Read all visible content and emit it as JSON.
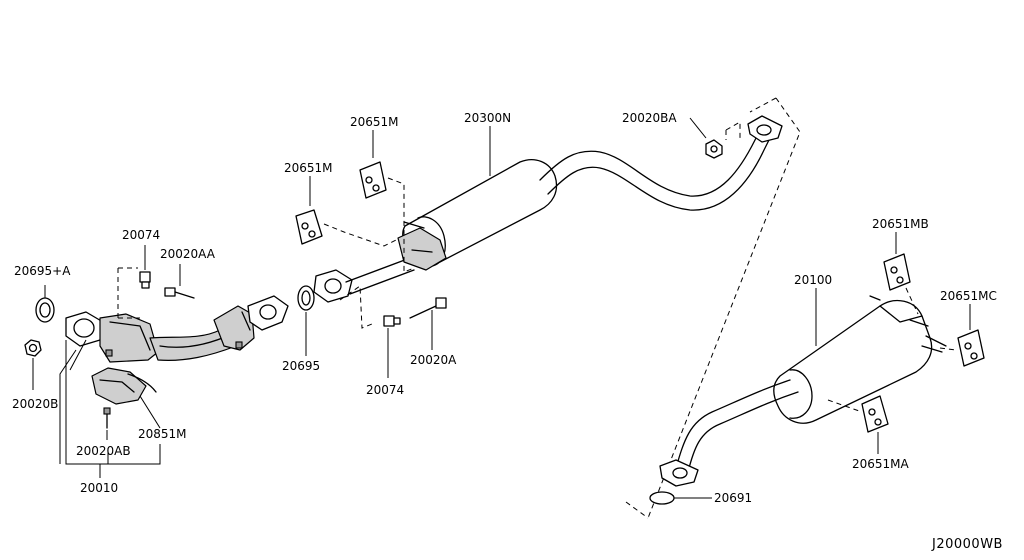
{
  "parts": {
    "p20695a": "20695+A",
    "p20020b": "20020B",
    "p20010": "20010",
    "p20020ab": "20020AB",
    "p20851m": "20851M",
    "p20074a": "20074",
    "p20020aa": "20020AA",
    "p20651m_1": "20651M",
    "p20651m_2": "20651M",
    "p20300n": "20300N",
    "p20020ba": "20020BA",
    "p20695": "20695",
    "p20074b": "20074",
    "p20020a": "20020A",
    "p20651mb": "20651MB",
    "p20100": "20100",
    "p20651mc": "20651MC",
    "p20651ma": "20651MA",
    "p20691": "20691"
  },
  "diagram_code": "J20000WB",
  "colors": {
    "line": "#000000",
    "background": "#ffffff",
    "shade": "#cfcfcf"
  }
}
